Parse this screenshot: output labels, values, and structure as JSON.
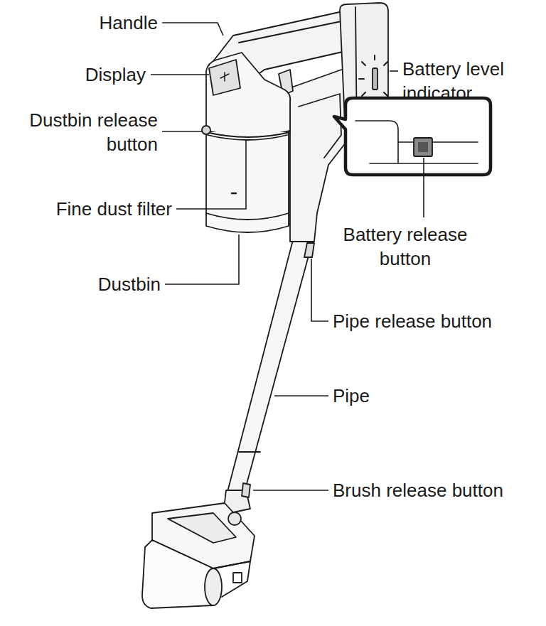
{
  "diagram": {
    "labels": [
      "Handle",
      "Display",
      "Dustbin release button",
      "Fine dust filter",
      "Dustbin",
      "Battery level indicator",
      "Battery release button",
      "Pipe release button",
      "Pipe",
      "Brush release button"
    ]
  }
}
